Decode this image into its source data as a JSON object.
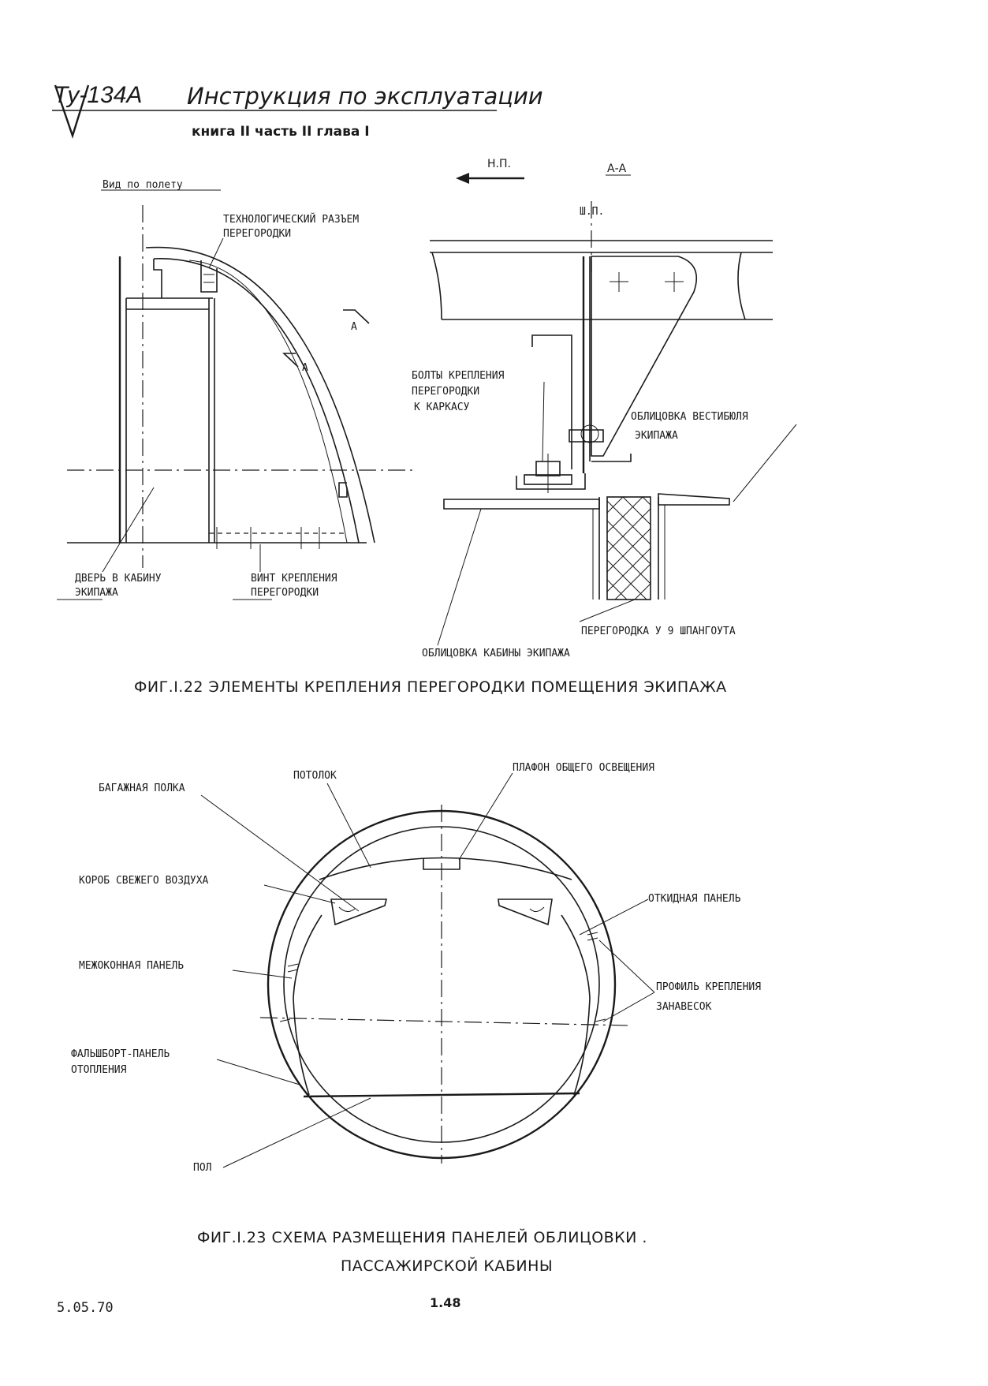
{
  "header": {
    "logo_text": "Ту-134А",
    "title": "Инструкция по эксплуатации",
    "subtitle": "книга II   часть II   глава I"
  },
  "figure_1_22": {
    "view_label": "Вид по полету",
    "flight_direction_label": "Н.П.",
    "section_label": "А-А",
    "section_marker": "А",
    "shp_label": "Ш.П.",
    "labels": {
      "tech_joint_1": "ТЕХНОЛОГИЧЕСКИЙ РАЗЪЕМ",
      "tech_joint_2": "ПЕРЕГОРОДКИ",
      "door_1": "ДВЕРЬ В КАБИНУ",
      "door_2": "ЭКИПАЖА",
      "screw_1": "ВИНТ КРЕПЛЕНИЯ",
      "screw_2": "ПЕРЕГОРОДКИ",
      "bolts_1": "БОЛТЫ КРЕПЛЕНИЯ",
      "bolts_2": "ПЕРЕГОРОДКИ",
      "bolts_3": "К КАРКАСУ",
      "vestibule_1": "ОБЛИЦОВКА ВЕСТИБЮЛЯ",
      "vestibule_2": "ЭКИПАЖА",
      "partition": "ПЕРЕГОРОДКА У 9 ШПАНГОУТА",
      "cabin_lining": "ОБЛИЦОВКА КАБИНЫ ЭКИПАЖА"
    },
    "caption": "ФИГ.I.22  ЭЛЕМЕНТЫ  КРЕПЛЕНИЯ  ПЕРЕГОРОДКИ  ПОМЕЩЕНИЯ  ЭКИПАЖА"
  },
  "figure_1_23": {
    "labels": {
      "ceiling": "ПОТОЛОК",
      "lamp": "ПЛАФОН ОБЩЕГО ОСВЕЩЕНИЯ",
      "luggage_shelf": "БАГАЖНАЯ ПОЛКА",
      "air_duct": "КОРОБ СВЕЖЕГО ВОЗДУХА",
      "folding_panel": "ОТКИДНАЯ ПАНЕЛЬ",
      "window_panel": "МЕЖОКОННАЯ ПАНЕЛЬ",
      "curtain_profile_1": "ПРОФИЛЬ КРЕПЛЕНИЯ",
      "curtain_profile_2": "ЗАНАВЕСОК",
      "heating_panel_1": "ФАЛЬШБОРТ-ПАНЕЛЬ",
      "heating_panel_2": "ОТОПЛЕНИЯ",
      "floor": "ПОЛ"
    },
    "caption_line_1": "ФИГ.I.23  СХЕМА  РАЗМЕЩЕНИЯ  ПАНЕЛЕЙ  ОБЛИЦОВКИ .",
    "caption_line_2": "ПАССАЖИРСКОЙ  КАБИНЫ"
  },
  "footer": {
    "date": "5.05.70",
    "page_number": "1.48"
  }
}
